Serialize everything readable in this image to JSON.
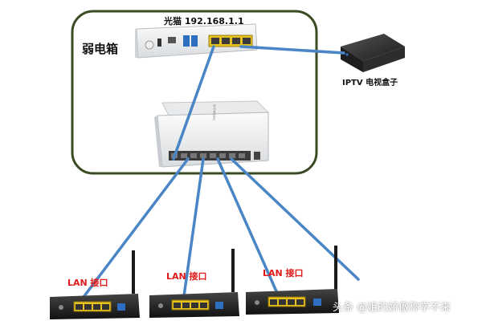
{
  "diagram": {
    "ont_label": "光猫 192.168.1.1",
    "enclosure_label": "弱电箱",
    "iptv_label": "IPTV 电视盒子",
    "routers": [
      {
        "lan_label": "LAN 接口"
      },
      {
        "lan_label": "LAN 接口"
      },
      {
        "lan_label": "LAN 接口"
      }
    ],
    "watermark": "头条 @姐的娇傲称学不来"
  },
  "colors": {
    "enclosure_border": "#3a4a22",
    "cable": "#4a86c5",
    "lan_label": "#e11a1a",
    "port_yellow": "#e7c21f",
    "port_blue": "#2f6fc2"
  },
  "icons": {
    "ont": "fiber-modem-icon",
    "switch": "network-switch-icon",
    "iptv": "set-top-box-icon",
    "router": "wifi-router-icon"
  }
}
